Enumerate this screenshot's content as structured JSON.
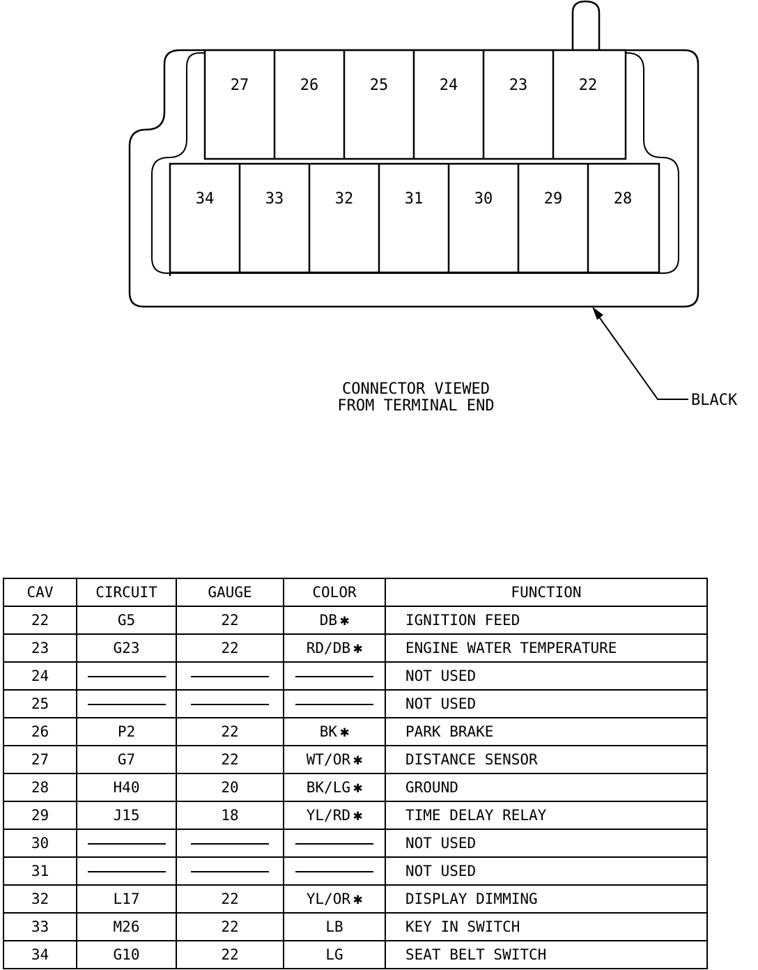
{
  "connector": {
    "top_row": [
      "27",
      "26",
      "25",
      "24",
      "23",
      "22"
    ],
    "bottom_row": [
      "34",
      "33",
      "32",
      "31",
      "30",
      "29",
      "28"
    ],
    "caption_line1": "CONNECTOR VIEWED",
    "caption_line2": "FROM TERMINAL END",
    "color_label": "BLACK"
  },
  "table": {
    "headers": [
      "CAV",
      "CIRCUIT",
      "GAUGE",
      "COLOR",
      "FUNCTION"
    ],
    "rows": [
      {
        "cav": "22",
        "circuit": "G5",
        "gauge": "22",
        "color": "DB",
        "star": "✱",
        "function": "IGNITION FEED"
      },
      {
        "cav": "23",
        "circuit": "G23",
        "gauge": "22",
        "color": "RD/DB",
        "star": "✱",
        "function": "ENGINE WATER TEMPERATURE"
      },
      {
        "cav": "24",
        "circuit": "",
        "gauge": "",
        "color": "",
        "star": "",
        "function": "NOT USED"
      },
      {
        "cav": "25",
        "circuit": "",
        "gauge": "",
        "color": "",
        "star": "",
        "function": "NOT USED"
      },
      {
        "cav": "26",
        "circuit": "P2",
        "gauge": "22",
        "color": "BK",
        "star": "✱",
        "function": "PARK BRAKE"
      },
      {
        "cav": "27",
        "circuit": "G7",
        "gauge": "22",
        "color": "WT/OR",
        "star": "✱",
        "function": "DISTANCE SENSOR"
      },
      {
        "cav": "28",
        "circuit": "H40",
        "gauge": "20",
        "color": "BK/LG",
        "star": "✱",
        "function": "GROUND"
      },
      {
        "cav": "29",
        "circuit": "J15",
        "gauge": "18",
        "color": "YL/RD",
        "star": "✱",
        "function": "TIME DELAY RELAY"
      },
      {
        "cav": "30",
        "circuit": "",
        "gauge": "",
        "color": "",
        "star": "",
        "function": "NOT USED"
      },
      {
        "cav": "31",
        "circuit": "",
        "gauge": "",
        "color": "",
        "star": "",
        "function": "NOT USED"
      },
      {
        "cav": "32",
        "circuit": "L17",
        "gauge": "22",
        "color": "YL/OR",
        "star": "✱",
        "function": "DISPLAY DIMMING"
      },
      {
        "cav": "33",
        "circuit": "M26",
        "gauge": "22",
        "color": "LB",
        "star": "",
        "function": "KEY IN SWITCH"
      },
      {
        "cav": "34",
        "circuit": "G10",
        "gauge": "22",
        "color": "LG",
        "star": "",
        "function": "SEAT BELT SWITCH"
      }
    ]
  }
}
